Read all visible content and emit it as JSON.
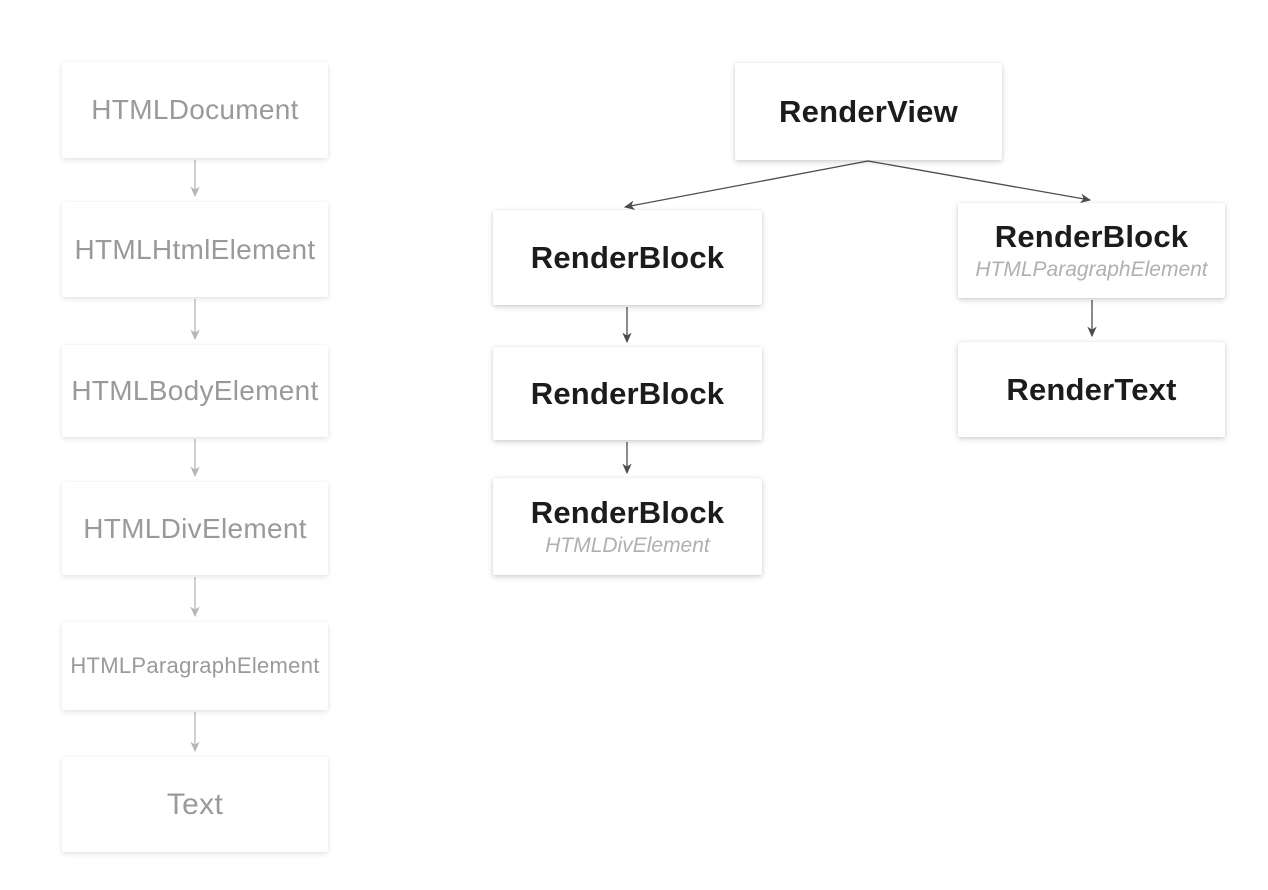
{
  "colors": {
    "canvas_bg": "#ffffff",
    "box_bg": "#ffffff",
    "dom_text": "#9a9a9a",
    "render_text": "#1c1c1c",
    "subtitle_text": "#b0b0b0",
    "dom_arrow": "#b6b6b6",
    "render_arrow": "#4d4d4d"
  },
  "dom_tree": {
    "nodes": [
      {
        "label": "HTMLDocument"
      },
      {
        "label": "HTMLHtmlElement"
      },
      {
        "label": "HTMLBodyElement"
      },
      {
        "label": "HTMLDivElement"
      },
      {
        "label": "HTMLParagraphElement"
      },
      {
        "label": "Text"
      }
    ]
  },
  "render_tree": {
    "root": {
      "label": "RenderView"
    },
    "div_branch": [
      {
        "label": "RenderBlock"
      },
      {
        "label": "RenderBlock"
      },
      {
        "label": "RenderBlock",
        "subtitle": "HTMLDivElement"
      }
    ],
    "paragraph_branch": [
      {
        "label": "RenderBlock",
        "subtitle": "HTMLParagraphElement"
      },
      {
        "label": "RenderText"
      }
    ]
  }
}
